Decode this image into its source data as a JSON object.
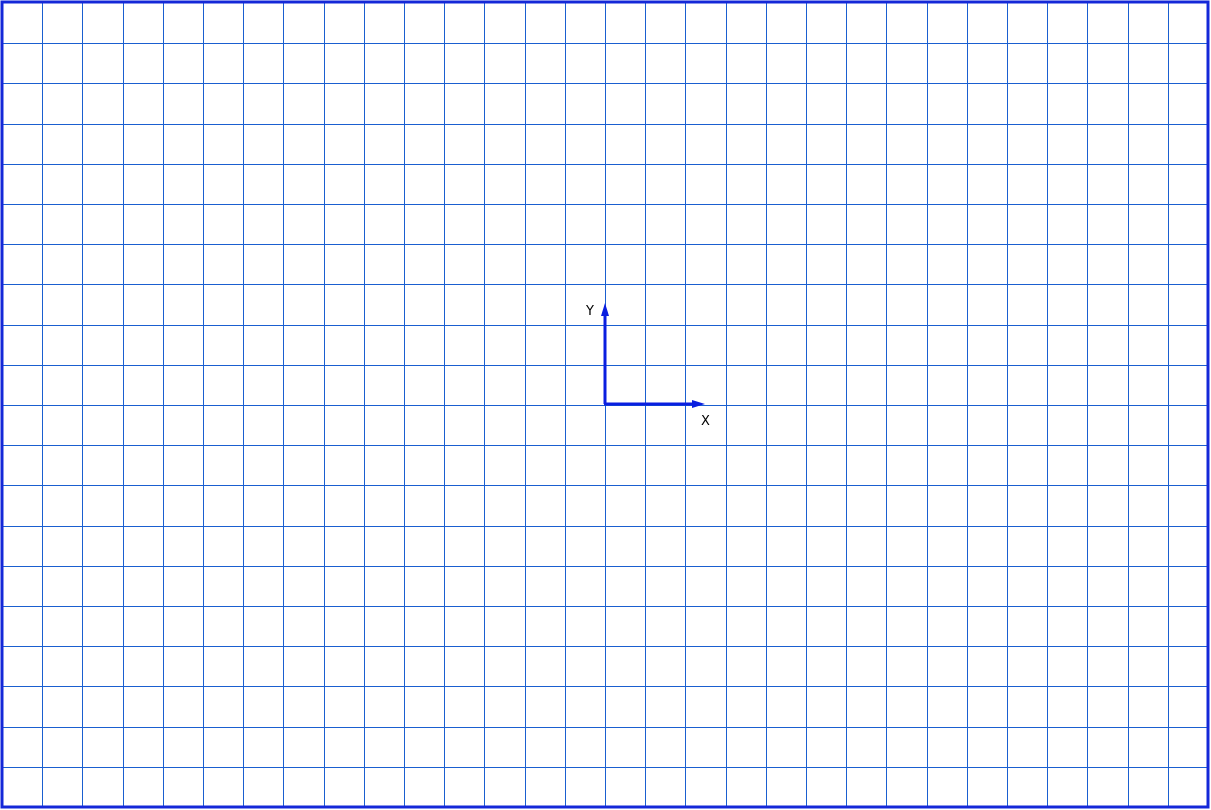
{
  "canvas": {
    "background_color": "#ffffff",
    "grid_color": "#1a5fd0",
    "border_color": "#1428d8",
    "axis_color": "#0a1ee0",
    "grid_visible": true,
    "grid_columns": 30,
    "grid_rows": 20
  },
  "axes": {
    "x_label": "X",
    "y_label": "Y"
  }
}
